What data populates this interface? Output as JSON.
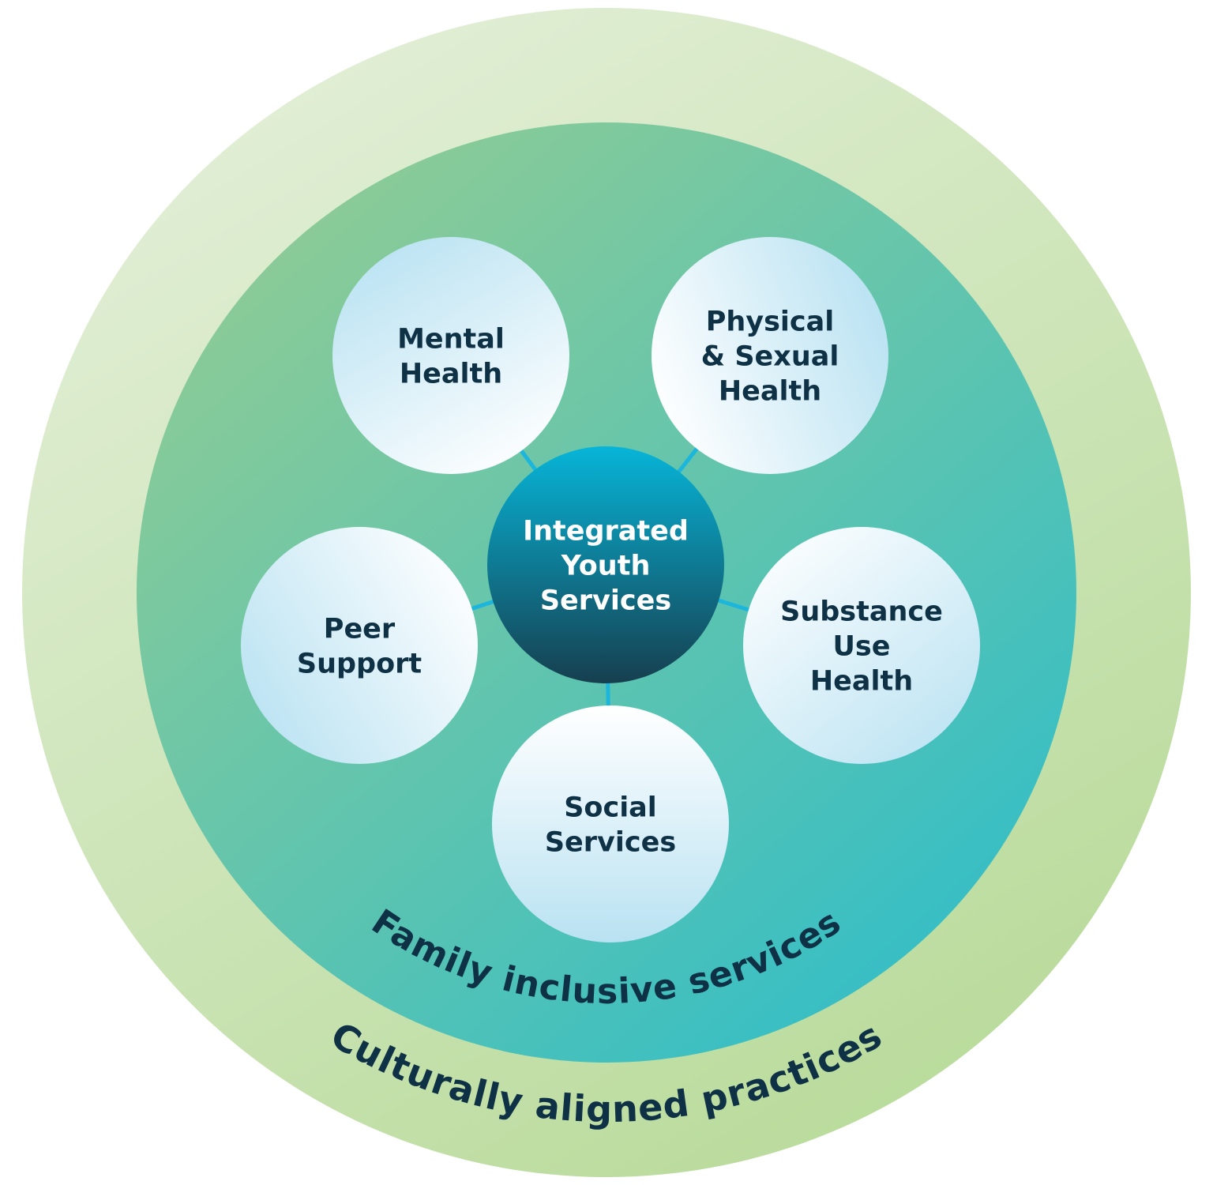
{
  "diagram": {
    "type": "concentric-hub-and-spoke",
    "outer_ring": {
      "label": "Culturally aligned practices",
      "colors": {
        "start": "#e3efd8",
        "end": "#b7da98"
      }
    },
    "inner_ring": {
      "label": "Family inclusive services",
      "colors": {
        "start": "#8ccb96",
        "end": "#36bec5"
      }
    },
    "hub": {
      "lines": [
        "Integrated",
        "Youth",
        "Services"
      ],
      "colors": {
        "top": "#07b5d8",
        "bottom": "#163f4f"
      },
      "text_color": "#ffffff"
    },
    "connector_color": "#1cb6dc",
    "text_color": "#0e3145",
    "satellite_colors": {
      "blue": "#b9e2f2",
      "white": "#ffffff"
    },
    "satellites": [
      {
        "id": "mental-health",
        "lines": [
          "Mental",
          "Health"
        ]
      },
      {
        "id": "physical-sexual-health",
        "lines": [
          "Physical",
          "& Sexual",
          "Health"
        ]
      },
      {
        "id": "peer-support",
        "lines": [
          "Peer",
          "Support"
        ]
      },
      {
        "id": "substance-use-health",
        "lines": [
          "Substance",
          "Use",
          "Health"
        ]
      },
      {
        "id": "social-services",
        "lines": [
          "Social",
          "Services"
        ]
      }
    ]
  }
}
